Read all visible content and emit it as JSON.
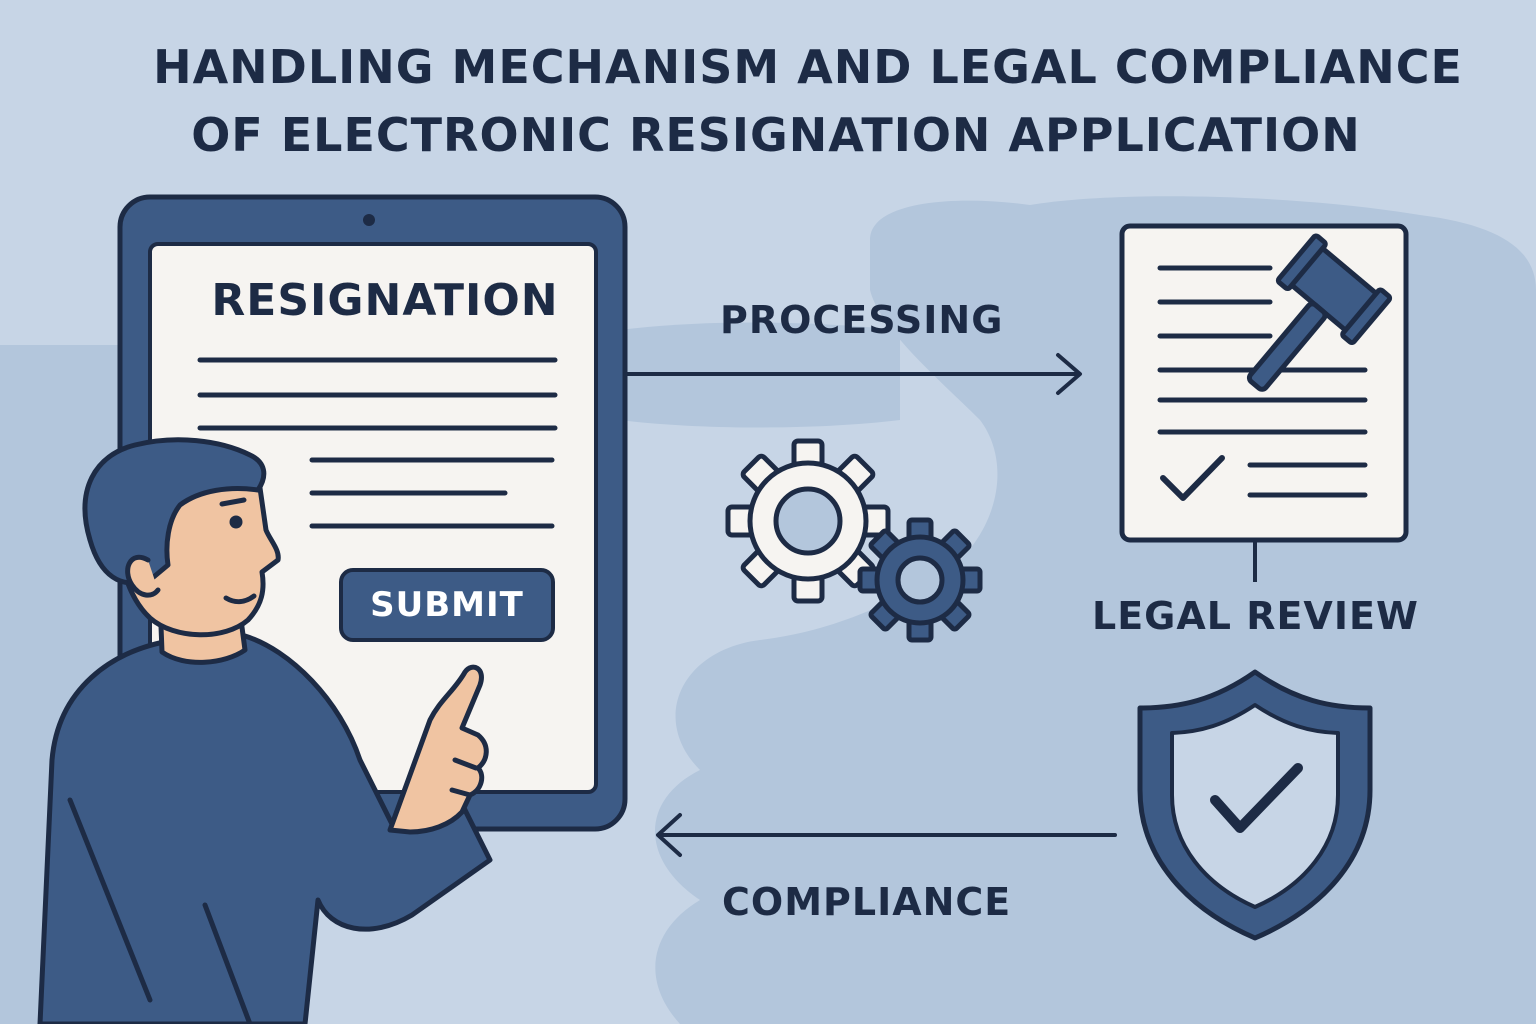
{
  "title": {
    "line1": "HANDLING MECHANISM AND LEGAL COMPLIANCE",
    "line2": "OF ELECTRONIC RESIGNATION APPLICATION"
  },
  "tablet": {
    "document_heading": "RESIGNATION",
    "submit_label": "SUBMIT"
  },
  "flow": {
    "processing_label": "PROCESSING",
    "legal_review_label": "LEGAL REVIEW",
    "compliance_label": "COMPLIANCE"
  },
  "colors": {
    "background": "#c7d5e6",
    "navy": "#1d2b45",
    "blue": "#3d5b86",
    "paper": "#f6f4f1",
    "skin": "#f0c4a2"
  },
  "icons": [
    "gear-icon",
    "gavel-icon",
    "checkmark-icon",
    "shield-check-icon",
    "arrow-right-icon",
    "arrow-left-icon"
  ]
}
